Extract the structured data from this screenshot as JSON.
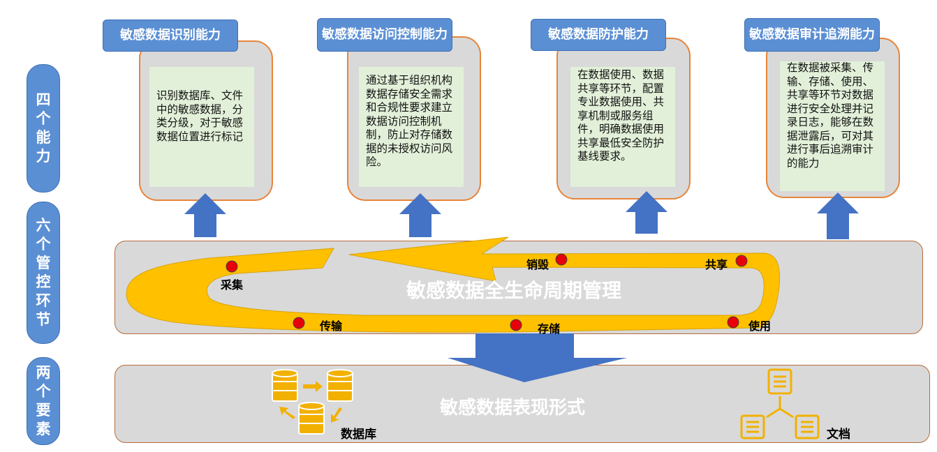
{
  "side_labels": [
    "四个能力",
    "六个管控环节",
    "两个要素"
  ],
  "capabilities": [
    {
      "title": "敏感数据识别能力",
      "body": "识别数据库、文件中的敏感数据，分类分级，对于敏感数据位置进行标记"
    },
    {
      "title": "敏感数据访问控制能力",
      "body": "通过基于组织机构数据存储安全需求和合规性要求建立数据访问控制机制，防止对存储数据的未授权访问风险。"
    },
    {
      "title": "敏感数据防护能力",
      "body": "在数据使用、数据共享等环节，配置专业数据使用、共享机制或服务组件，明确数据使用共享最低安全防护基线要求。"
    },
    {
      "title": "敏感数据审计追溯能力",
      "body": "在数据被采集、传输、存储、使用、共享等环节对数据进行安全处理并记录日志，能够在数据泄露后，可对其进行事后追溯审计的能力"
    }
  ],
  "lifecycle": {
    "title": "敏感数据全生命周期管理",
    "stages": {
      "collect": "采集",
      "transmit": "传输",
      "store": "存储",
      "use": "使用",
      "share": "共享",
      "destroy": "销毁"
    }
  },
  "elements": {
    "title": "敏感数据表现形式",
    "database": "数据库",
    "document": "文档"
  },
  "colors": {
    "pill_blue": "#5b8fd4",
    "arrow_blue": "#4472c4",
    "ring_orange": "#ffc000",
    "stage_dot": "#e8000b",
    "card_border": "#e8843a",
    "inner_green": "#e2f0d9",
    "panel_gray": "#d9d9d9"
  }
}
